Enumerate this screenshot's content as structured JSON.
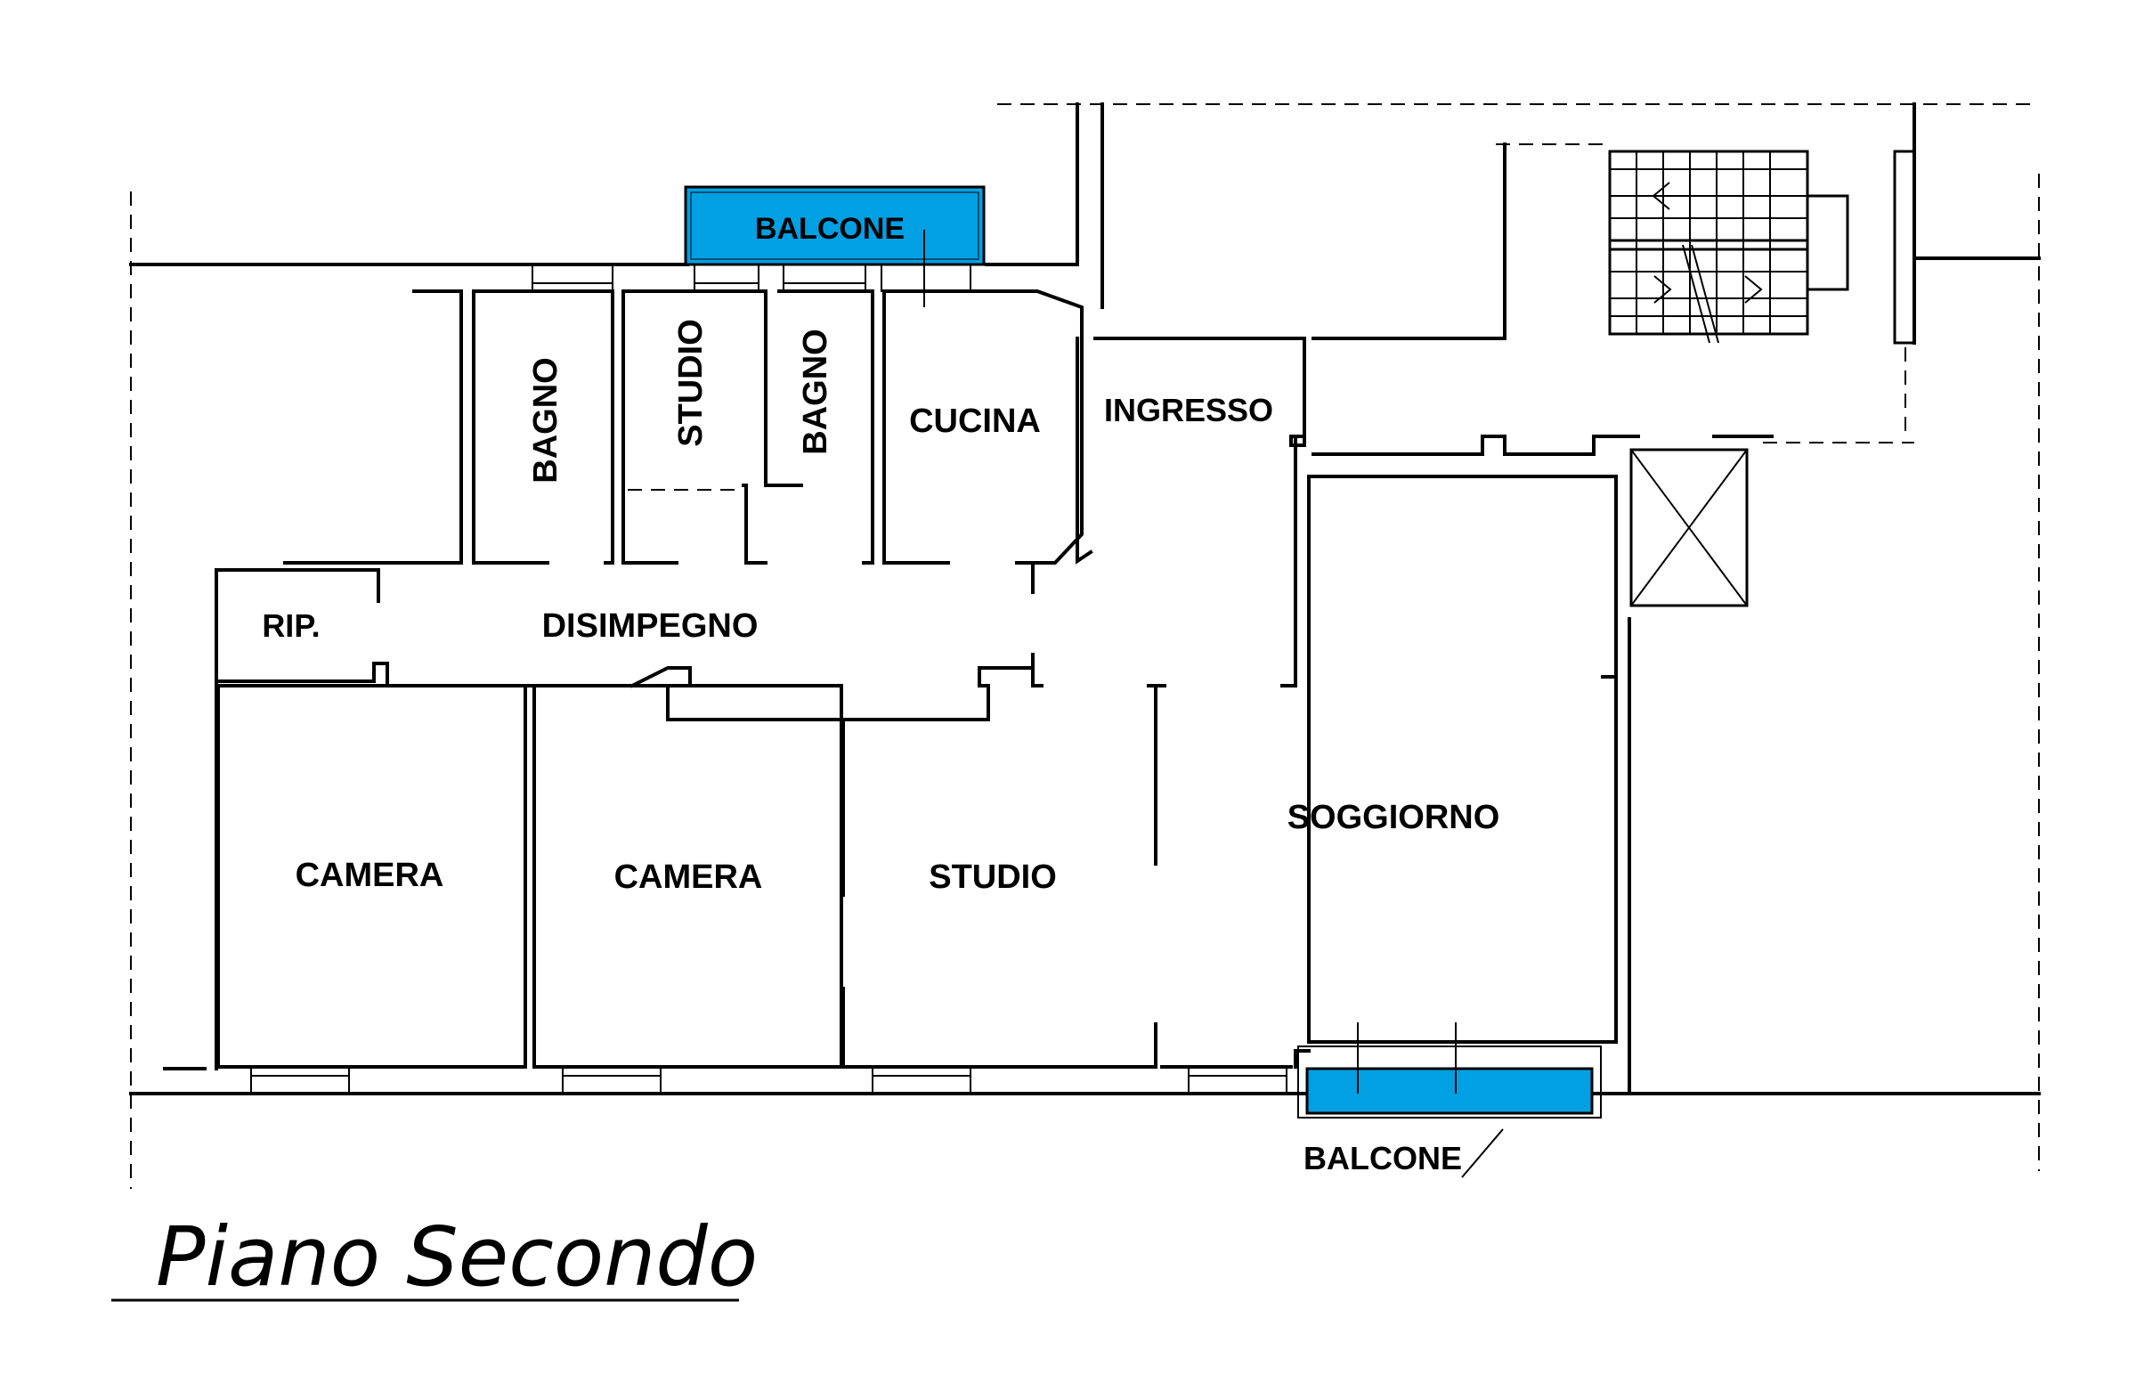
{
  "title": "Piano Secondo",
  "colors": {
    "balcony_fill": "#00A0E3",
    "line": "#000000",
    "background": "#FFFFFF"
  },
  "rooms": {
    "balcone_top": "BALCONE",
    "bagno_1": "BAGNO",
    "studio_small": "STUDIO",
    "bagno_2": "BAGNO",
    "cucina": "CUCINA",
    "ingresso": "INGRESSO",
    "rip": "RIP.",
    "disimpegno": "DISIMPEGNO",
    "camera_1": "CAMERA",
    "camera_2": "CAMERA",
    "studio": "STUDIO",
    "soggiorno": "SOGGIORNO",
    "balcone_bottom": "BALCONE"
  }
}
